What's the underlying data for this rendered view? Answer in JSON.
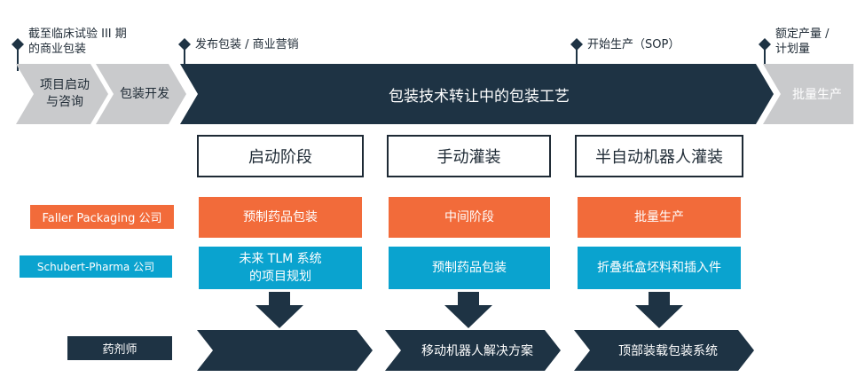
{
  "milestones": [
    {
      "label": "截至临床试验 III 期\n的商业包装"
    },
    {
      "label": "发布包装 / 商业营销"
    },
    {
      "label": "开始生产（SOP）"
    },
    {
      "label": "额定产量 /\n计划量"
    }
  ],
  "timeline": {
    "steps": [
      {
        "label": "项目启动\n与咨询"
      },
      {
        "label": "包装开发"
      }
    ],
    "main_label": "包装技术转让中的包装工艺",
    "end_label": "批量生产"
  },
  "phases": [
    "启动阶段",
    "手动灌装",
    "半自动机器人灌装"
  ],
  "rows": [
    {
      "legend": "Faller Packaging 公司",
      "cells": [
        "预制药品包装",
        "中间阶段",
        "批量生产"
      ]
    },
    {
      "legend": "Schubert-Pharma 公司",
      "cells": [
        "未来 TLM 系统\n的项目规划",
        "预制药品包装",
        "折叠纸盒坯料和插入件"
      ]
    }
  ],
  "pharmacist": {
    "legend": "药剂师",
    "cells": [
      "",
      "移动机器人解决方案",
      "顶部装载包装系统"
    ]
  },
  "colors": {
    "navy": "#1e3344",
    "gray": "#c9cacc",
    "orange": "#f26b3a",
    "blue": "#0aa3cf"
  }
}
